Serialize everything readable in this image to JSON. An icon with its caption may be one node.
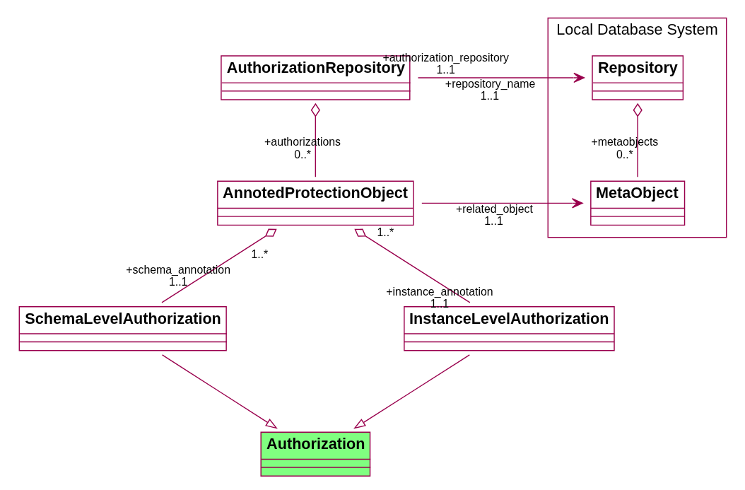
{
  "diagram": {
    "nodes": [
      {
        "text": [
          "Local Database System"
        ]
      },
      {
        "text": [
          "AuthorizationRepository"
        ]
      },
      {
        "text": [
          "Repository"
        ],
        "in": 0
      },
      {
        "text": [
          "AnnotedProtectionObject"
        ]
      },
      {
        "text": [
          "MetaObject"
        ],
        "in": 0
      },
      {
        "text": [
          "SchemaLevelAuthorization"
        ]
      },
      {
        "text": [
          "InstanceLevelAuthorization"
        ]
      },
      {
        "text": [
          "Authorization"
        ]
      }
    ],
    "edges": [
      {
        "from": 1,
        "to": 2,
        "arrow": "to"
      },
      {
        "from": 1,
        "to": 3,
        "arrow": "other"
      },
      {
        "from": 2,
        "to": 4,
        "arrow": "other"
      },
      {
        "from": 3,
        "to": 4,
        "arrow": "to"
      },
      {
        "from": 3,
        "to": 5,
        "arrow": "other"
      },
      {
        "from": 3,
        "to": 6,
        "arrow": "other"
      },
      {
        "from": 5,
        "to": 7,
        "arrow": "to"
      },
      {
        "from": 6,
        "to": 7,
        "arrow": "to"
      }
    ],
    "labels": [
      "+authorization_repository",
      "+repository_name",
      "1..1",
      "1..1",
      "+authorizations",
      "0..*",
      "+metaobjects",
      "0..*",
      "+related_object",
      "1..1",
      "1..*",
      "1..*",
      "+schema_annotation",
      "+instance_annotation",
      "1..1",
      "1..1"
    ]
  }
}
